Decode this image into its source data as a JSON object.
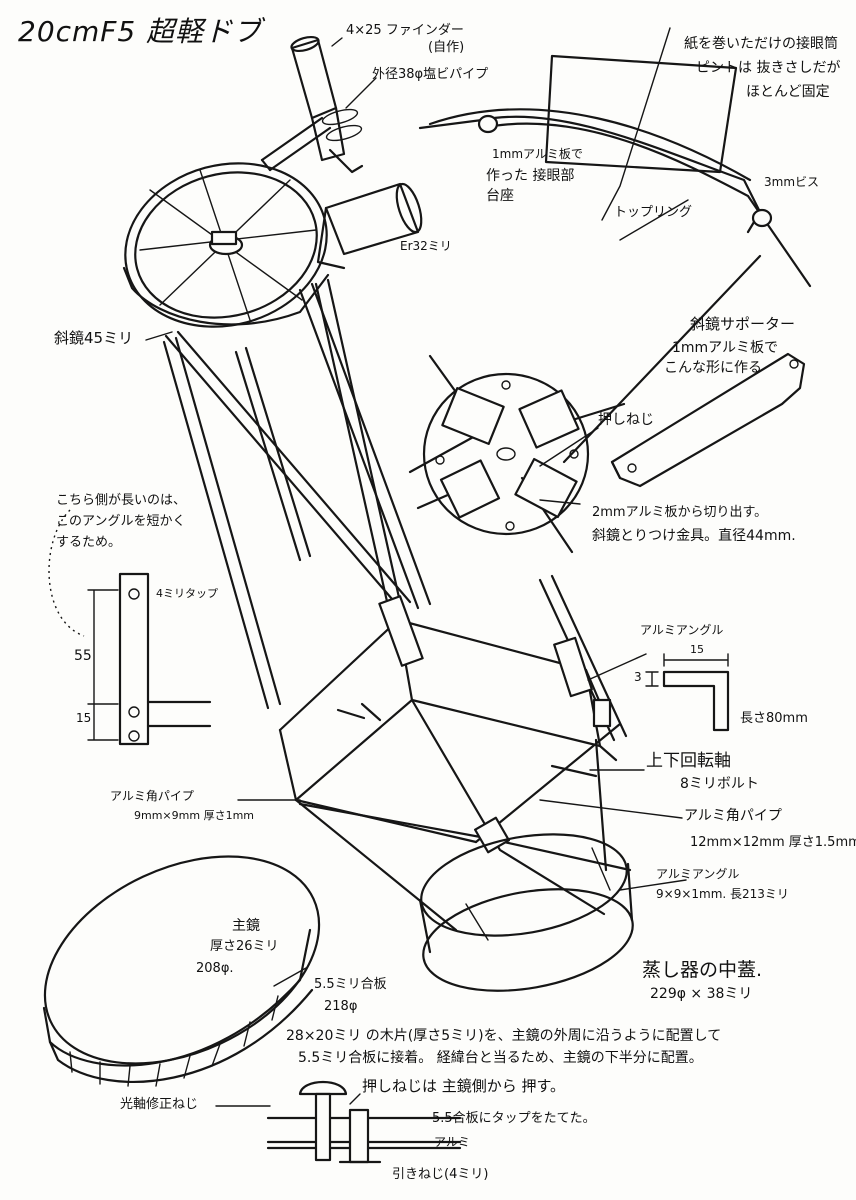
{
  "title": "20cmF5 超軽ドブ",
  "labels": {
    "finder": "4×25 ファインダー",
    "finder_note": "(自作)",
    "pvc_pipe": "外径38φ塩ビパイプ",
    "eyepiece_paper_1": "紙を巻いただけの接眼筒",
    "eyepiece_paper_2": "ピントは 抜きさしだが",
    "eyepiece_paper_3": "ほとんど固定",
    "base_plate_1": "1mmアルミ板で",
    "base_plate_2": "作った 接眼部",
    "base_plate_3": "台座",
    "screw_3mm": "3mmビス",
    "top_ring": "トップリング",
    "eyepiece_er": "Er32ミリ",
    "diagonal_mirror": "斜鏡45ミリ",
    "supporter_1": "斜鏡サポーター",
    "supporter_2": "1mmアルミ板で",
    "supporter_3": "こんな形に作る",
    "push_screw": "押しねじ",
    "holder_1": "2mmアルミ板から切り出す。",
    "holder_2": "斜鏡とりつけ金具。直径44mm.",
    "long_side_1": "こちら側が長いのは、",
    "long_side_2": "このアングルを短かく",
    "long_side_3": "するため。",
    "tap_4mm": "4ミリタップ",
    "dim_55": "55",
    "dim_15_left": "15",
    "angle_label": "アルミアングル",
    "dim_15_top": "15",
    "dim_3": "3",
    "length_80": "長さ80mm",
    "altitude_axis": "上下回転軸",
    "bolt_8mm": "8ミリボルト",
    "square_pipe_small_1": "アルミ角パイプ",
    "square_pipe_small_2": "9mm×9mm 厚さ1mm",
    "square_pipe_large_1": "アルミ角パイプ",
    "square_pipe_large_2": "12mm×12mm 厚さ1.5mm",
    "angle_long_1": "アルミアングル",
    "angle_long_2": "9×9×1mm. 長213ミリ",
    "steamer_1": "蒸し器の中蓋.",
    "steamer_2": "229φ × 38ミリ",
    "primary_1": "主鏡",
    "primary_2": "厚さ26ミリ",
    "primary_3": "208φ.",
    "plywood_1": "5.5ミリ合板",
    "plywood_2": "218φ",
    "wood_note_1": "28×20ミリ の木片(厚さ5ミリ)を、主鏡の外周に沿うように配置して",
    "wood_note_2": "5.5ミリ合板に接着。 経緯台と当るため、主鏡の下半分に配置。",
    "collimation_screw": "光軸修正ねじ",
    "push_from_mirror": "押しねじは 主鏡側から 押す。",
    "tap_plywood": "5.5合板にタップをたてた。",
    "aluminum": "アルミ",
    "pull_screw": "引きねじ(4ミリ)"
  }
}
